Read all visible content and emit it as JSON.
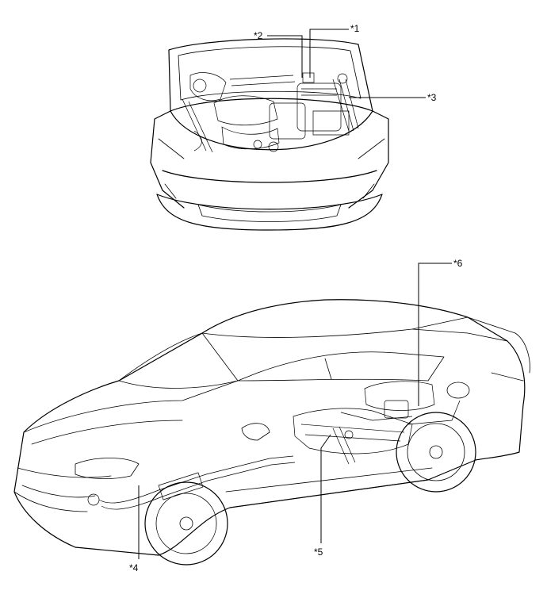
{
  "callouts": [
    {
      "id": "c1",
      "label": "*1"
    },
    {
      "id": "c2",
      "label": "*2"
    },
    {
      "id": "c3",
      "label": "*3"
    },
    {
      "id": "c4",
      "label": "*4"
    },
    {
      "id": "c5",
      "label": "*5"
    },
    {
      "id": "c6",
      "label": "*6"
    }
  ]
}
